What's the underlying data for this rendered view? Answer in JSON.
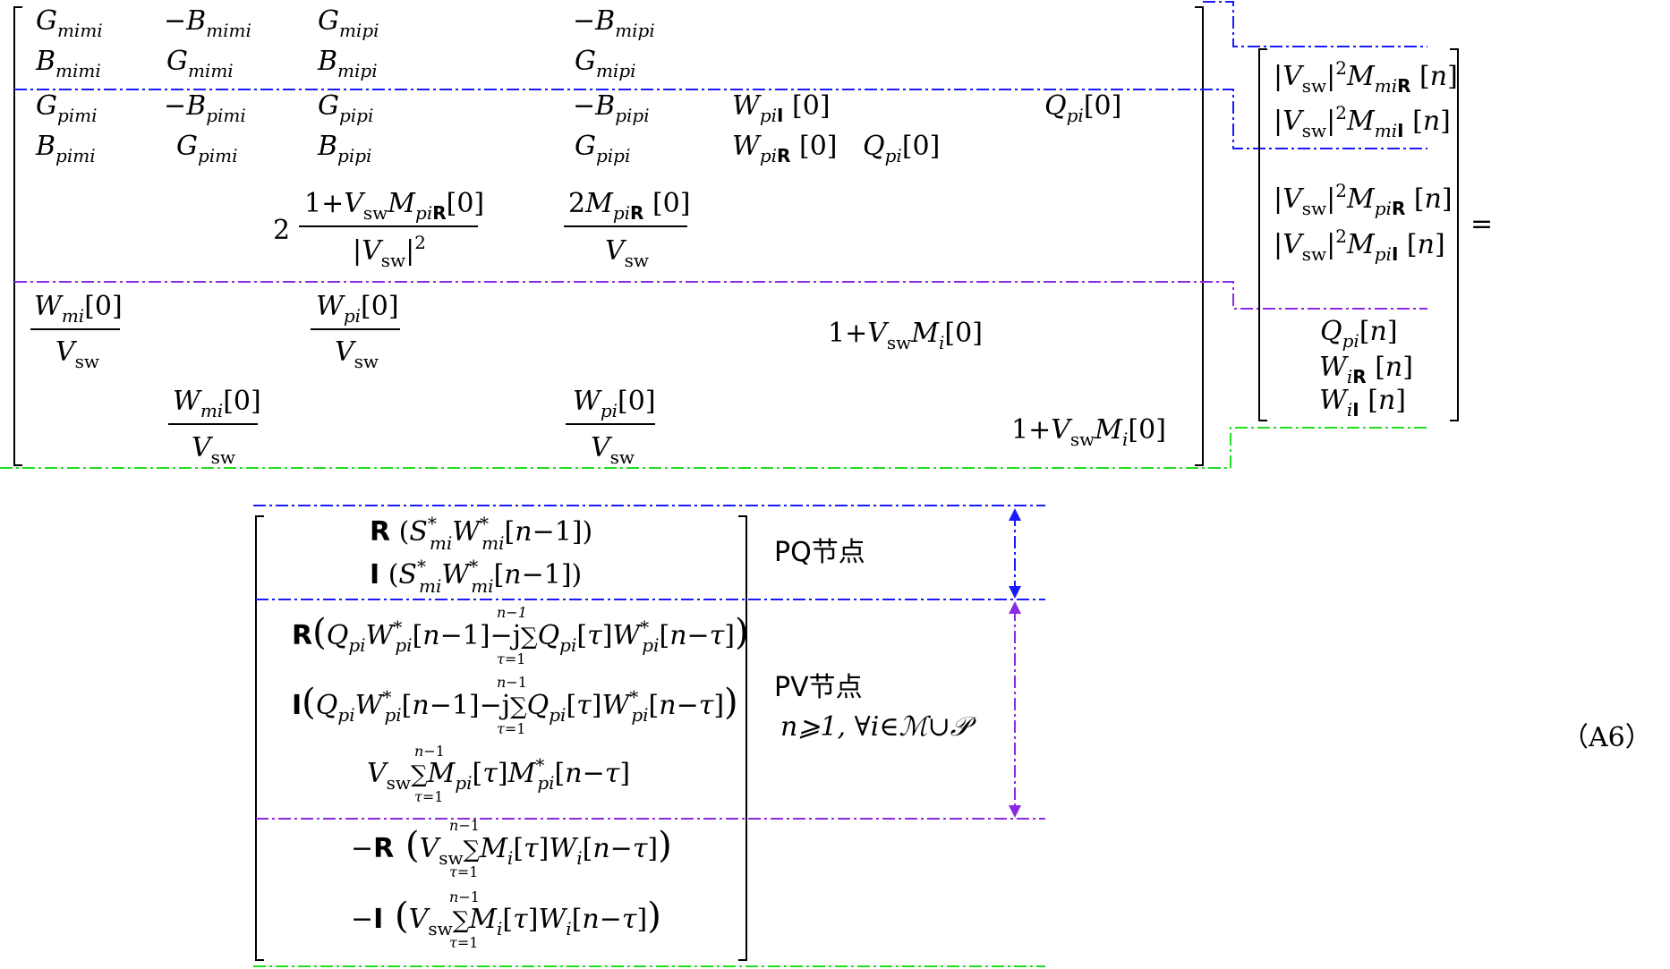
{
  "equation_label": "（A6）",
  "block_labels": {
    "pq": "PQ节点",
    "pv": "PV节点",
    "condition": "n⩾1, ∀i∈ℳ∪𝒫"
  },
  "matrix_entries": {
    "r1": [
      "G_mimi",
      "−B_mimi",
      "G_mipi",
      "−B_mipi"
    ],
    "r2": [
      "B_mimi",
      "G_mimi",
      "B_mipi",
      "G_mipi"
    ],
    "r3": [
      "G_pimi",
      "−B_pimi",
      "G_pipi",
      "−B_pipi",
      "W_piI[0]",
      "Q_pi[0]"
    ],
    "r4": [
      "B_pimi",
      "G_pimi",
      "B_pipi",
      "G_pipi",
      "W_piR[0]",
      "Q_pi[0]"
    ],
    "r5": [
      "2(1+V_sw M_piR[0])/|V_sw|²",
      "2M_piR[0]/V_sw"
    ],
    "r6": [
      "W_mi[0]/V_sw",
      "W_pi[0]/V_sw",
      "1+V_sw M_i[0]"
    ],
    "r7": [
      "W_mi[0]/V_sw",
      "W_pi[0]/V_sw",
      "1+V_sw M_i[0]"
    ]
  },
  "unknown_vector": [
    "|V_sw|²M_miR[n]",
    "|V_sw|²M_miI[n]",
    "|V_sw|²M_piR[n]",
    "|V_sw|²M_piI[n]",
    "Q_pi[n]",
    "W_iR[n]",
    "W_iI[n]"
  ],
  "rhs_vector": [
    "R(S*_mi W*_mi[n−1])",
    "I(S*_mi W*_mi[n−1])",
    "R(Q_pi W*_pi[n−1] − j Σ_{τ=1}^{n−1} Q_pi[τ] W*_pi[n−τ])",
    "I(Q_pi W*_pi[n−1] − j Σ_{τ=1}^{n−1} Q_pi[τ] W*_pi[n−τ])",
    "V_sw Σ_{τ=1}^{n−1} M_pi[τ] M*_pi[n−τ]",
    "−R(V_sw Σ_{τ=1}^{n−1} M_i[τ] W_i[n−τ])",
    "−I(V_sw Σ_{τ=1}^{n−1} M_i[τ] W_i[n−τ])"
  ],
  "colors": {
    "pq_rows": "#1a1aff",
    "pv_rows": "#8a2be2",
    "other_rows": "#22dd22"
  }
}
